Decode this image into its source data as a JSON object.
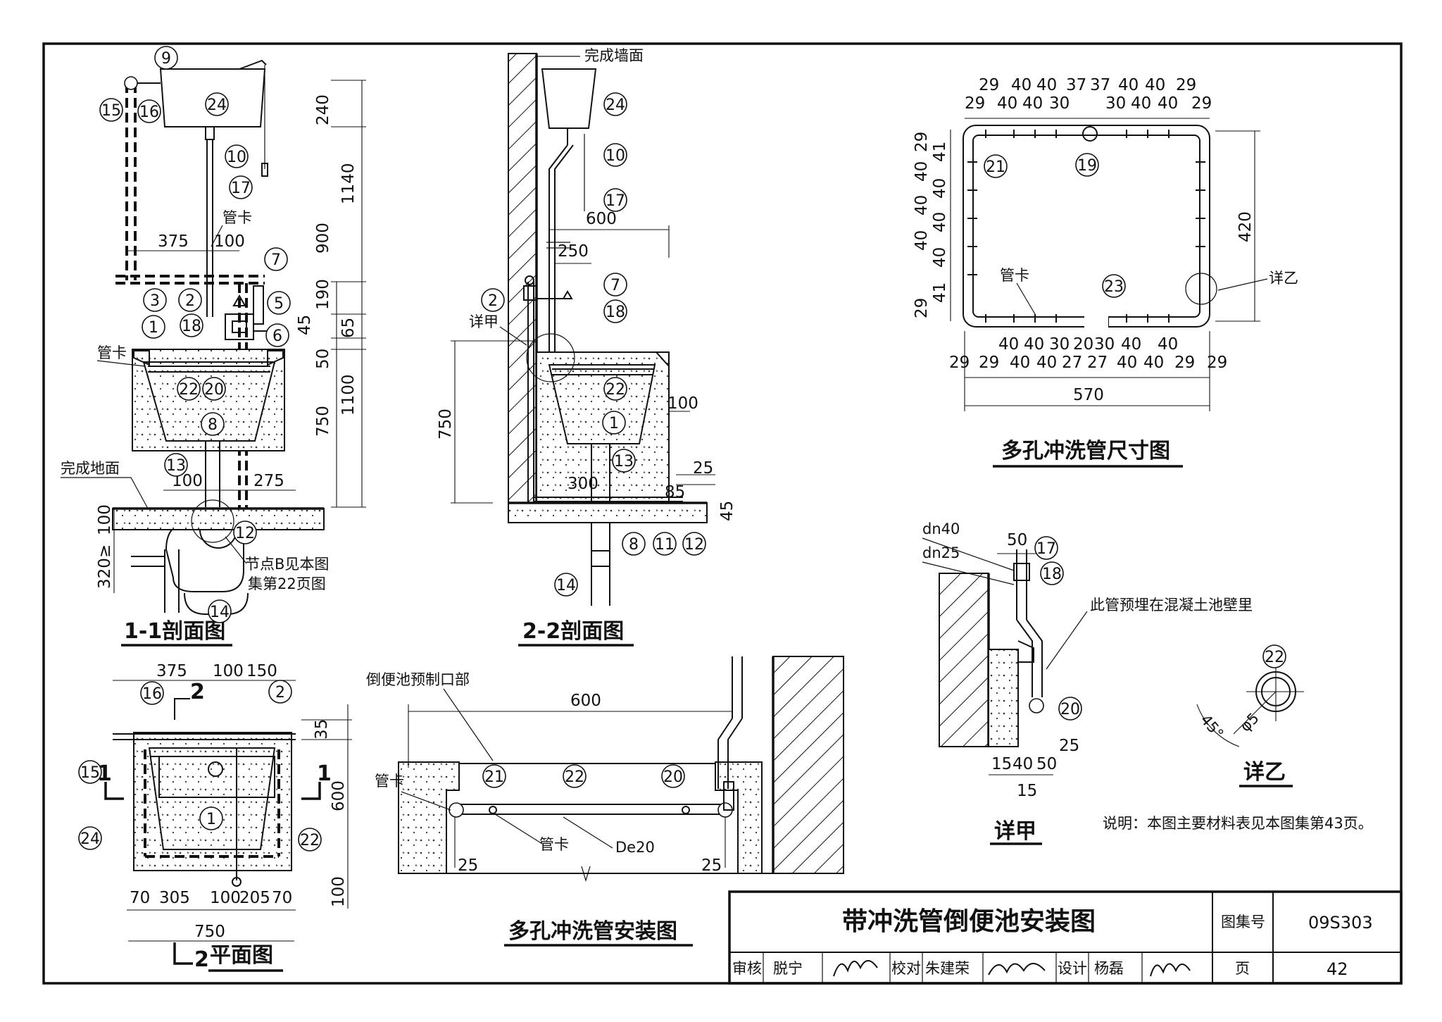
{
  "drawing": {
    "label_finished_wall": "完成墙面",
    "label_finished_floor": "完成地面",
    "label_pipe_clamp": "管卡",
    "label_detail_a": "详甲",
    "label_detail_b": "详乙",
    "label_node_b_1": "节点B见本图",
    "label_node_b_2": "集第22页图",
    "label_precast_opening": "倒便池预制口部",
    "label_embedded": "此管预埋在混凝土池壁里",
    "label_de20": "De20",
    "label_dn40": "dn40",
    "label_dn25": "dn25",
    "label_phi5": "φ5",
    "label_45deg": "45°",
    "note": "说明：本图主要材料表见本图集第43页。"
  },
  "views": {
    "section_1_1": "1-1剖面图",
    "section_2_2": "2-2剖面图",
    "plan": "平面图",
    "flush_pipe_dims": "多孔冲洗管尺寸图",
    "flush_pipe_install": "多孔冲洗管安装图",
    "detail_a": "详甲",
    "detail_b": "详乙"
  },
  "section_marks": {
    "mark_1": "1",
    "mark_2": "2"
  },
  "callouts": [
    "1",
    "2",
    "3",
    "5",
    "6",
    "7",
    "8",
    "9",
    "10",
    "11",
    "12",
    "13",
    "14",
    "15",
    "16",
    "17",
    "18",
    "19",
    "20",
    "21",
    "22",
    "23",
    "24"
  ],
  "dimensions": {
    "s11_right": [
      "240",
      "1140",
      "900",
      "190",
      "65",
      "45",
      "50",
      "1100",
      "750"
    ],
    "s11_left": [
      "375",
      "100",
      "100",
      "275",
      "100",
      "320"
    ],
    "s22": [
      "600",
      "250",
      "750",
      "100",
      "25",
      "85",
      "45",
      "300"
    ],
    "plan_top": [
      "375",
      "100",
      "150"
    ],
    "plan_bottom": [
      "70",
      "305",
      "100",
      "205",
      "70"
    ],
    "plan_total": "750",
    "plan_right": [
      "35",
      "600",
      "100"
    ],
    "fp_top_1": [
      "29",
      "40",
      "40",
      "37",
      "37",
      "40",
      "40",
      "29"
    ],
    "fp_top_2": [
      "29",
      "40",
      "40",
      "30",
      "30",
      "40",
      "40",
      "29"
    ],
    "fp_left": [
      "29",
      "41",
      "40",
      "40",
      "40",
      "40",
      "40",
      "40",
      "41",
      "29"
    ],
    "fp_right": "420",
    "fp_bottom_1": [
      "40",
      "40",
      "30",
      "20",
      "30",
      "40",
      "40"
    ],
    "fp_bottom_2": [
      "29",
      "29",
      "40",
      "40",
      "27",
      "27",
      "40",
      "40",
      "29",
      "29"
    ],
    "fp_total": "570",
    "install": [
      "600",
      "25",
      "25"
    ],
    "detail_a": [
      "50",
      "25",
      "15",
      "40",
      "50",
      "15"
    ]
  },
  "title_block": {
    "title": "带冲洗管倒便池安装图",
    "atlas_label": "图集号",
    "atlas_no": "09S303",
    "page_label": "页",
    "page_no": "42",
    "review_label": "审核",
    "reviewer": "脱宁",
    "check_label": "校对",
    "checker": "朱建荣",
    "design_label": "设计",
    "designer": "杨磊"
  }
}
